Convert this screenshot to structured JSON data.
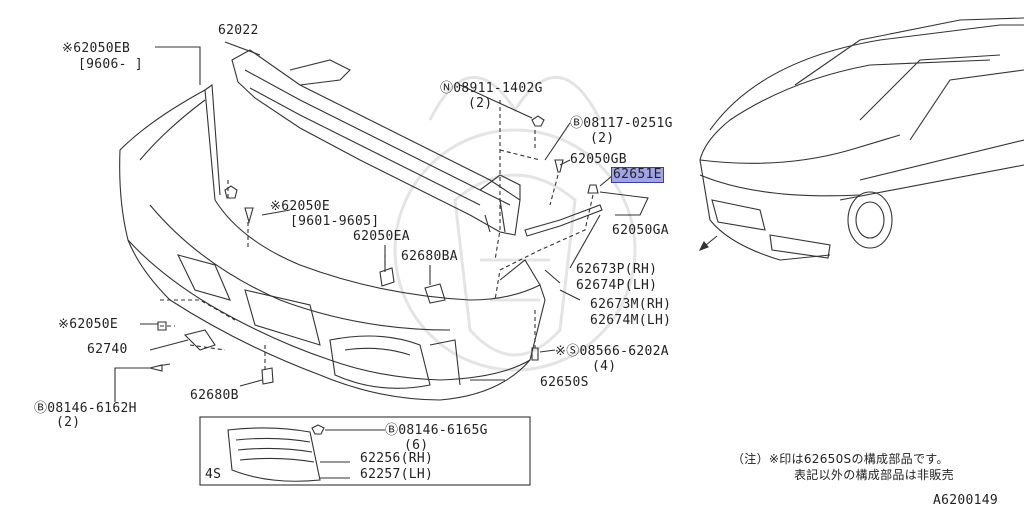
{
  "labels": {
    "p62022": "62022",
    "p62050eb": "※62050EB",
    "p62050eb_range": "[9606-     ]",
    "p62050e_top": "※62050E",
    "p62050e_range": "[9601-9605]",
    "p62050ea": "62050EA",
    "p62680ba": "62680BA",
    "p62050e_left": "※62050E",
    "p62740": "62740",
    "p62680b": "62680B",
    "b08146_6162h": "Ⓑ08146-6162H",
    "qty_2a": "(2)",
    "n08911": "Ⓝ08911-1402G",
    "qty_2b": "(2)",
    "b08117": "Ⓑ08117-0251G",
    "qty_2c": "(2)",
    "p62050gb": "62050GB",
    "p62651e": "62651E",
    "p62050ga": "62050GA",
    "p62673p": "62673P(RH)",
    "p62674p": "62674P(LH)",
    "p62673m": "62673M(RH)",
    "p62674m": "62674M(LH)",
    "s08566": "※Ⓢ08566-6202A",
    "qty_4": "(4)",
    "p62650s": "62650S",
    "b08146_6165g": "Ⓑ08146-6165G",
    "qty_6": "(6)",
    "p62256": "62256(RH)",
    "p62257": "62257(LH)",
    "p4s": "4S"
  },
  "note": {
    "line1": "（注）※印は62650Sの構成部品です。",
    "line2": "表記以外の構成部品は非販売"
  },
  "diagram_id": "A6200149",
  "colors": {
    "highlight": "#9fa4e8",
    "line": "#333333"
  }
}
